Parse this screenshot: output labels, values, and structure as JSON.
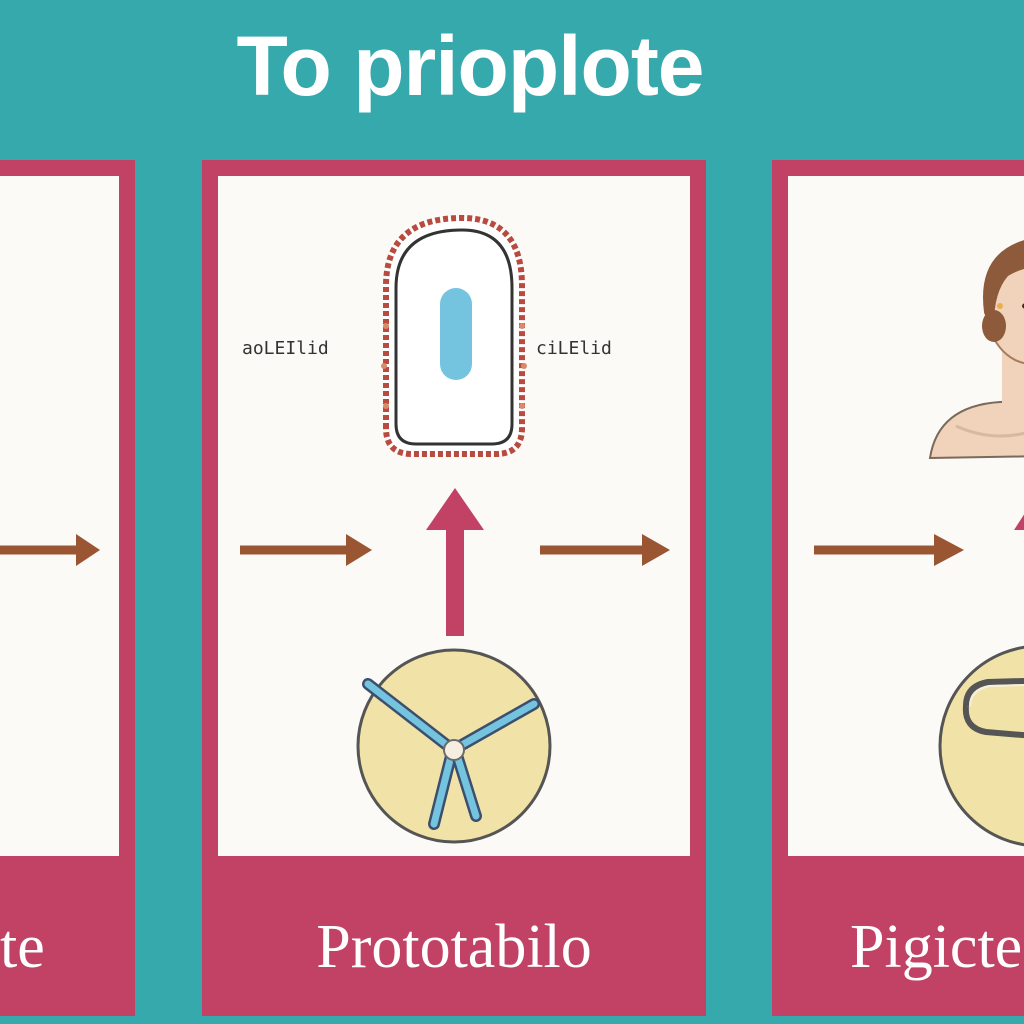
{
  "header": {
    "title": "To prioplote"
  },
  "panels": [
    {
      "label": "te"
    },
    {
      "label": "Prototabilo",
      "left_caption": "aoLEIlid",
      "right_caption": "ciLElid"
    },
    {
      "label": "Pigicte"
    }
  ],
  "colors": {
    "background": "#36a9ad",
    "panel_border": "#c24266",
    "panel_fill": "#fbfaf7",
    "arrow_horizontal": "#9a5533",
    "arrow_vertical": "#c24266",
    "circle_fill": "#f1e3a8",
    "accent_blue": "#74c4e0",
    "skin": "#f1d2bb",
    "hair": "#8d5a3b"
  }
}
